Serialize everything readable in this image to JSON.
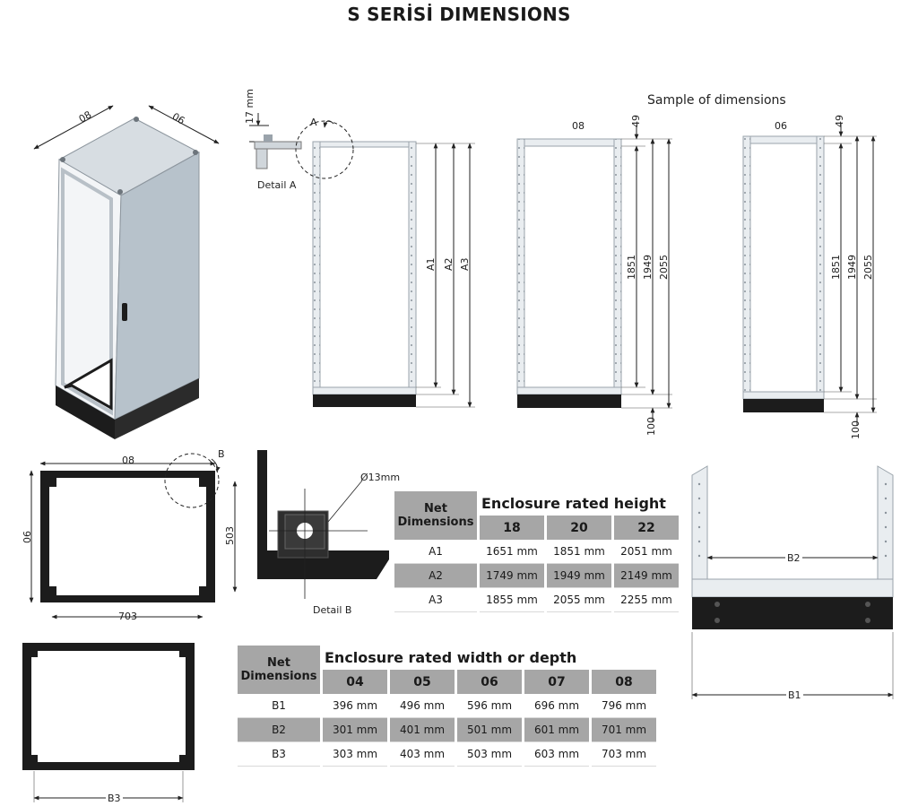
{
  "title": "S SERİSİ DIMENSIONS",
  "sample_label": "Sample of dimensions",
  "iso": {
    "width": "08",
    "depth": "06"
  },
  "detail_a": {
    "label": "Detail A",
    "marker": "A",
    "dim": "17 mm"
  },
  "frame_a": {
    "a1": "A1",
    "a2": "A2",
    "a3": "A3"
  },
  "frame_08": {
    "top": "08",
    "d49": "49",
    "d1851": "1851",
    "d1949": "1949",
    "d2055": "2055",
    "d100": "100"
  },
  "frame_06": {
    "top": "06",
    "d49": "49",
    "d1851": "1851",
    "d1949": "1949",
    "d2055": "2055",
    "d100": "100"
  },
  "base_plan": {
    "top": "08",
    "left": "06",
    "right": "503",
    "bottom": "703",
    "marker": "B"
  },
  "detail_b": {
    "label": "Detail B",
    "hole": "Ø13mm"
  },
  "plinth_front": {
    "b1": "B1",
    "b2": "B2"
  },
  "plate_b3": {
    "b3": "B3"
  },
  "table_height": {
    "head": "Net Dimensions",
    "caption": "Enclosure rated height",
    "columns": [
      "18",
      "20",
      "22"
    ],
    "rows": [
      {
        "label": "A1",
        "values": [
          "1651 mm",
          "1851 mm",
          "2051 mm"
        ]
      },
      {
        "label": "A2",
        "values": [
          "1749 mm",
          "1949 mm",
          "2149 mm"
        ]
      },
      {
        "label": "A3",
        "values": [
          "1855 mm",
          "2055 mm",
          "2255 mm"
        ]
      }
    ]
  },
  "table_width": {
    "head": "Net Dimensions",
    "caption": "Enclosure rated width or depth",
    "columns": [
      "04",
      "05",
      "06",
      "07",
      "08"
    ],
    "rows": [
      {
        "label": "B1",
        "values": [
          "396 mm",
          "496 mm",
          "596 mm",
          "696 mm",
          "796 mm"
        ]
      },
      {
        "label": "B2",
        "values": [
          "301 mm",
          "401 mm",
          "501 mm",
          "601 mm",
          "701 mm"
        ]
      },
      {
        "label": "B3",
        "values": [
          "303 mm",
          "403 mm",
          "503 mm",
          "603 mm",
          "703 mm"
        ]
      }
    ]
  },
  "colors": {
    "frame_fill": "#e9edf0",
    "frame_stroke": "#9aa3ab",
    "dark": "#1c1c1c",
    "header_grey": "#a6a6a6",
    "panel": "#b9c3cc"
  }
}
